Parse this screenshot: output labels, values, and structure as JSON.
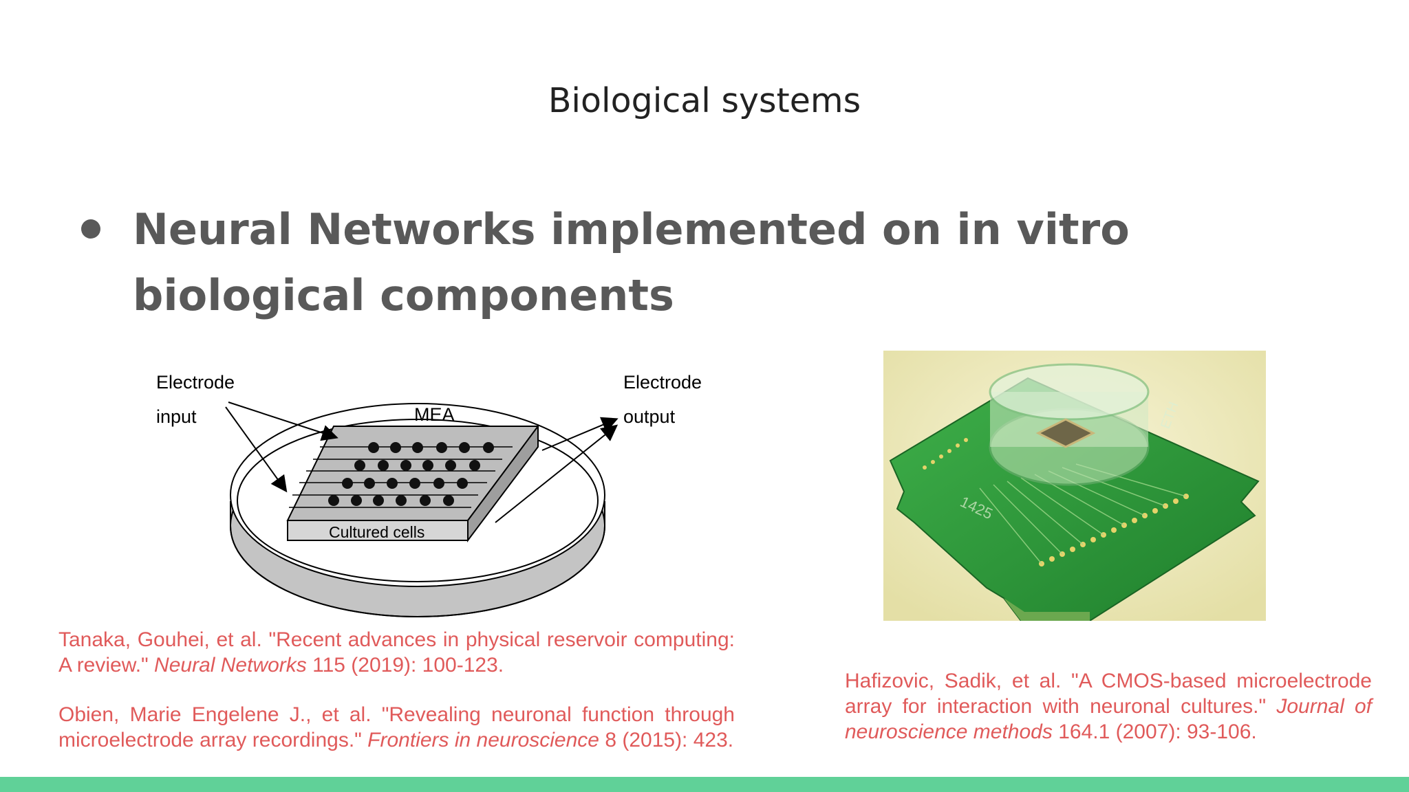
{
  "slide": {
    "title": "Biological systems",
    "bullet": "Neural Networks implemented on in vitro biological components"
  },
  "diagram": {
    "label_electrode_in_1": "Electrode",
    "label_electrode_in_2": "input",
    "label_electrode_out_1": "Electrode",
    "label_electrode_out_2": "output",
    "label_mea": "MEA",
    "label_cells": "Cultured cells"
  },
  "refs": {
    "tanaka": {
      "main": "Tanaka, Gouhei, et al. \"Recent advances in physical reservoir computing: A review.\" ",
      "journal": "Neural Networks",
      "tail": " 115 (2019): 100-123."
    },
    "obien": {
      "main": "Obien, Marie Engelene J., et al. \"Revealing neuronal function through microelectrode array recordings.\" ",
      "journal": "Frontiers in neuroscience",
      "tail": " 8 (2015): 423."
    },
    "hafizovic": {
      "main": "Hafizovic, Sadik, et al. \"A CMOS-based microelectrode array for interaction with neuronal cultures.\" ",
      "journal": "Journal of neuroscience methods",
      "tail": " 164.1 (2007): 93-106."
    }
  },
  "photo": {
    "chip_text_1": "ETH",
    "chip_text_2": "1425"
  },
  "colors": {
    "reference": "#e05a5a",
    "bar": "#60d198",
    "board": "#2e9a3a"
  }
}
